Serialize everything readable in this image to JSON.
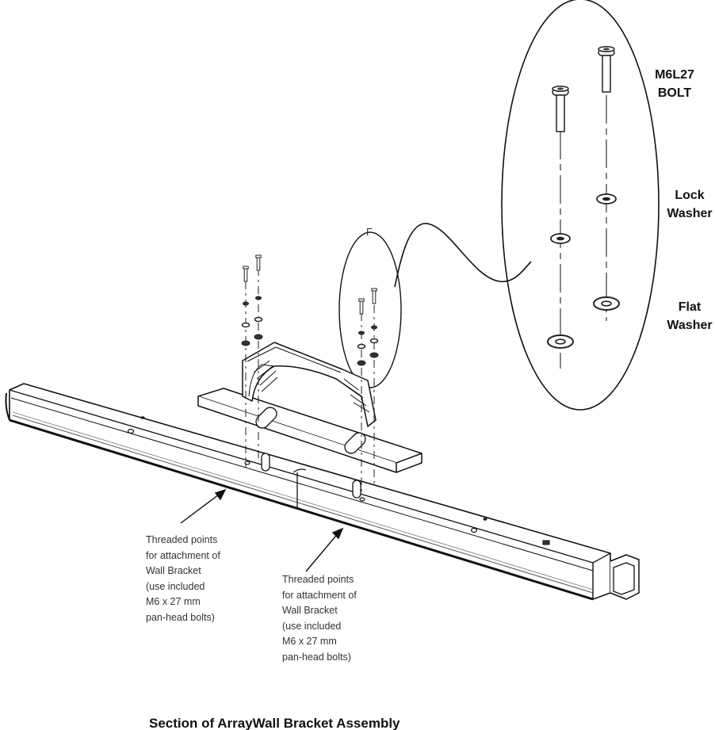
{
  "labels": {
    "bolt": [
      "M6L27",
      "BOLT"
    ],
    "lock_washer": [
      "Lock",
      "Washer"
    ],
    "flat_washer": [
      "Flat",
      "Washer"
    ],
    "detail_callout": "F"
  },
  "notes": [
    {
      "lines": [
        "Threaded points",
        "for attachment of",
        "Wall Bracket",
        "(use included",
        "M6 x 27 mm",
        "pan-head bolts)"
      ]
    },
    {
      "lines": [
        "Threaded points",
        "for attachment of",
        "Wall Bracket",
        "(use included",
        "M6 x 27 mm",
        "pan-head bolts)"
      ]
    }
  ],
  "caption": "Section of ArrayWall Bracket Assembly"
}
